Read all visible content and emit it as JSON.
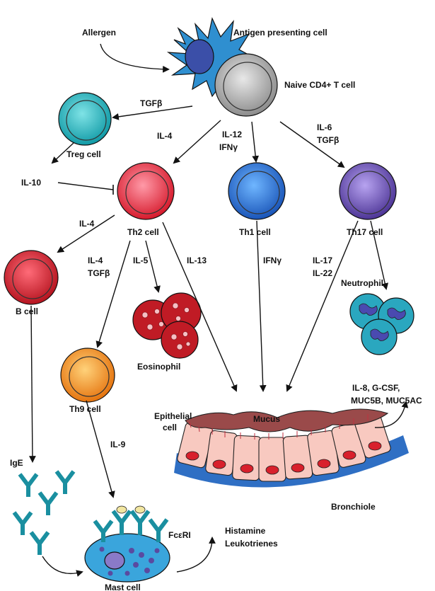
{
  "colors": {
    "apc": "#2f8fd0",
    "apc_nucleus": "#3b4fa8",
    "naive": "#a6a6a6",
    "treg": "#1bb4bf",
    "th2": "#e82b3b",
    "th1": "#1f6fd1",
    "th17": "#6448b5",
    "bcell": "#d4202d",
    "th9": "#f0921e",
    "eosinophil": "#c01b25",
    "neutrophil": "#2aa7bf",
    "neutrophil_nucleus": "#4a4ab0",
    "mucus": "#9a4a4a",
    "epithelial": "#f8c9c0",
    "epithelial_nucleus": "#d8202c",
    "bronchiole": "#2f6fc4",
    "antibody": "#1a8fa0",
    "mast": "#3aa5dc",
    "mast_granule": "#5a4aa0"
  },
  "labels": {
    "allergen": "Allergen",
    "apc": "Antigen presenting cell",
    "naive": "Naive CD4+ T cell",
    "tgfb_treg": "TGFβ",
    "treg": "Treg cell",
    "il10": "IL-10",
    "il4_th2": "IL-4",
    "il12": "IL-12",
    "ifng_th1": "IFNγ",
    "il6": "IL-6",
    "tgfb_th17": "TGFβ",
    "th2": "Th2 cell",
    "th1": "Th1 cell",
    "th17": "Th17 cell",
    "il4_b": "IL-4",
    "il4_th9": "IL-4",
    "tgfb_th9": "TGFβ",
    "il5": "IL-5",
    "il13": "IL-13",
    "ifng_out": "IFNγ",
    "il17": "IL-17",
    "il22": "IL-22",
    "bcell": "B cell",
    "eosinophil": "Eosinophil",
    "neutrophil": "Neutrophil",
    "th9": "Th9 cell",
    "il8_line1": "IL-8, G-CSF,",
    "il8_line2": "MUC5B, MUC5AC",
    "mucus": "Mucus",
    "epithelial_line1": "Epithelial",
    "epithelial_line2": "cell",
    "il9": "IL-9",
    "ige": "IgE",
    "bronchiole": "Bronchiole",
    "fceri": "FcεRI",
    "histamine": "Histamine",
    "leukotrienes": "Leukotrienes",
    "mast": "Mast cell"
  }
}
